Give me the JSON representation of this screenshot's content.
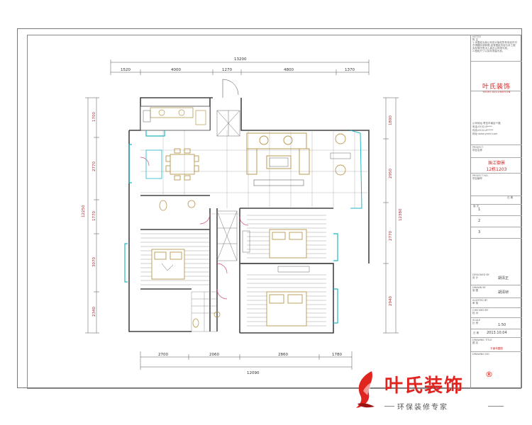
{
  "dimensions": {
    "top_total": "13200",
    "top_segments": [
      "1520",
      "4000",
      "1270",
      "4800",
      "1370"
    ],
    "bottom_total": "12090",
    "bottom_segments": [
      "2700",
      "2060",
      "2860",
      "1780"
    ],
    "left_total": "12250",
    "left_segments": [
      "1700",
      "2770",
      "1770",
      "3070",
      "2340"
    ],
    "right_total": "12380",
    "right_segments": [
      "1890",
      "2950",
      "2770",
      "2940"
    ]
  },
  "title_block": {
    "notes_label": "NOTES",
    "notes_cn": "附 注",
    "notes_lines": [
      "1.本图纸为我公司设计版权所有未经许可",
      "不得翻印或转借,如有图纸内容与本工程",
      "实际情况有出入者应以现场为准。",
      "2.图纸尺寸以实际测量为准。"
    ],
    "company_cn": "叶氏装饰",
    "company_en": "YESHI DECORATION",
    "contact_lines": [
      "公司地址:青岛市南区**路",
      "电话:0532-8**** ",
      "传真:0532-8*****",
      "网址:www.yeshi.com"
    ],
    "project_label": "PROJECT",
    "project_cn": "项目名称",
    "project_name": "珠江御景",
    "project_unit": "12栋1203",
    "project_no_label": "PROJECT NO.",
    "project_no_cn": "项目编号",
    "revision_header_left": "版 次",
    "revision_header_right": "日 期",
    "revisions": [
      "1",
      "2",
      "3"
    ],
    "designed_by_label": "DESIGNED BY",
    "designed_by_cn": "设 计",
    "designed_by": "胡清正",
    "drawn_by_label": "DRAWN BY",
    "drawn_by_cn": "制 图",
    "drawn_by": "胡清桢",
    "audited_by_label": "AUDITED BY",
    "audited_by_cn": "审 核",
    "checked_by_label": "CHECKED BY",
    "checked_by_cn": "校 对",
    "scale_label": "SCALE",
    "scale_cn": "比 例",
    "scale": "1:50",
    "date_label": "日 期",
    "date": "2013.10.04",
    "drawing_title_label": "DRAWING TITLE",
    "drawing_title_cn": "图 名",
    "drawing_title": "平面布置图",
    "drawing_no_label": "DRAWING NO."
  },
  "logo": {
    "name": "叶氏装饰",
    "registered": "®",
    "slogan": "环保装修专家"
  },
  "colors": {
    "brand_red": "#e0241f",
    "wall": "#444444",
    "furniture_gold": "#b89a50",
    "window_cyan": "#22b7c4",
    "door_pink": "#d04a7a"
  }
}
